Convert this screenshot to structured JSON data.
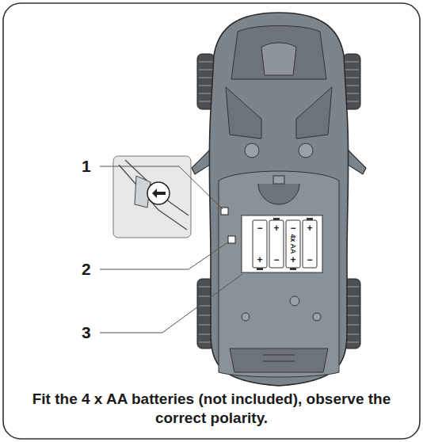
{
  "diagram": {
    "caption": "Fit the 4 x AA batteries (not included), observe the correct polarity.",
    "labels": [
      "1",
      "2",
      "3",
      "4x AA",
      "−",
      "+",
      "−",
      "+",
      "+",
      "−",
      "+",
      "−"
    ]
  }
}
